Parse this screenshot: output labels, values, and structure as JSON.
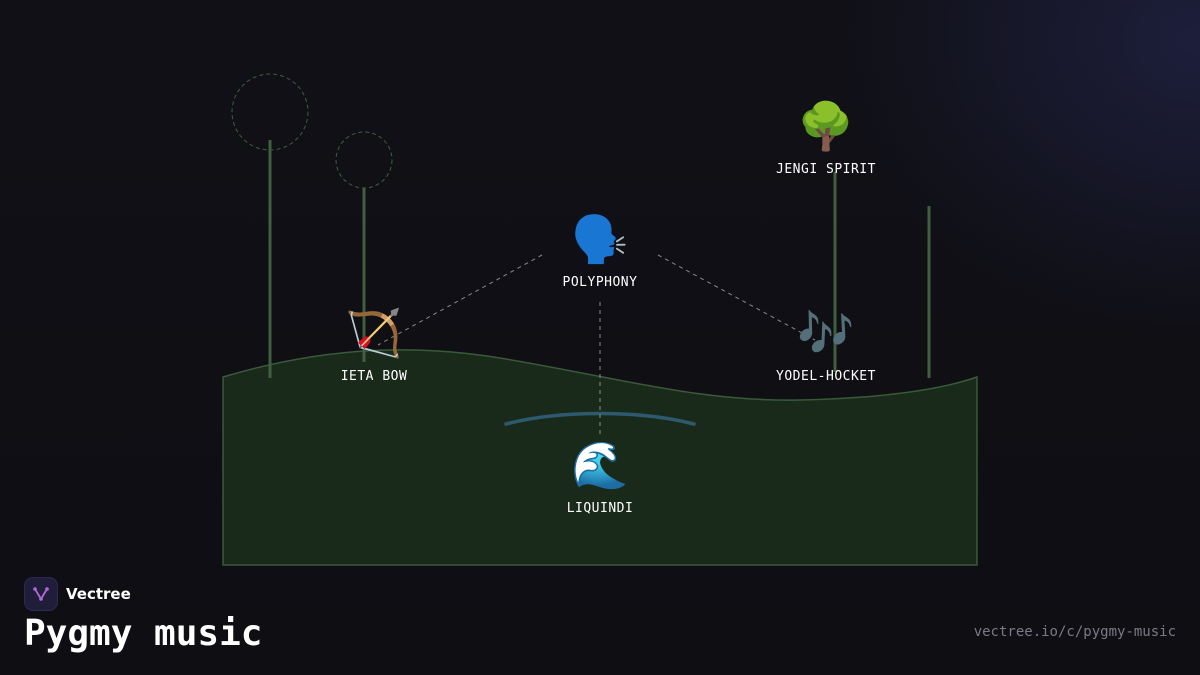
{
  "brand": {
    "name": "Vectree",
    "accent_color": "#b06ad8"
  },
  "title": "Pygmy music",
  "source_url": "vectree.io/c/pygmy-music",
  "colors": {
    "background": "#0f0f14",
    "ground_fill": "#1a2a1a",
    "ground_stroke": "#3a5a3a",
    "tree_stroke": "#3f5f3f",
    "connector": "#8a8a8a",
    "stream": "#2d5a6e"
  },
  "nodes": [
    {
      "id": "jengi-spirit",
      "icon": "deciduous-tree-icon",
      "glyph": "🌳",
      "label": "JENGI SPIRIT"
    },
    {
      "id": "polyphony",
      "icon": "speaking-head-icon",
      "glyph": "🗣️",
      "label": "POLYPHONY"
    },
    {
      "id": "ieta-bow",
      "icon": "bow-and-arrow-icon",
      "glyph": "🏹",
      "label": "IETA BOW"
    },
    {
      "id": "yodel-hocket",
      "icon": "musical-notes-icon",
      "glyph": "🎶",
      "label": "YODEL-HOCKET"
    },
    {
      "id": "liquindi",
      "icon": "water-wave-icon",
      "glyph": "🌊",
      "label": "LIQUINDI"
    }
  ]
}
